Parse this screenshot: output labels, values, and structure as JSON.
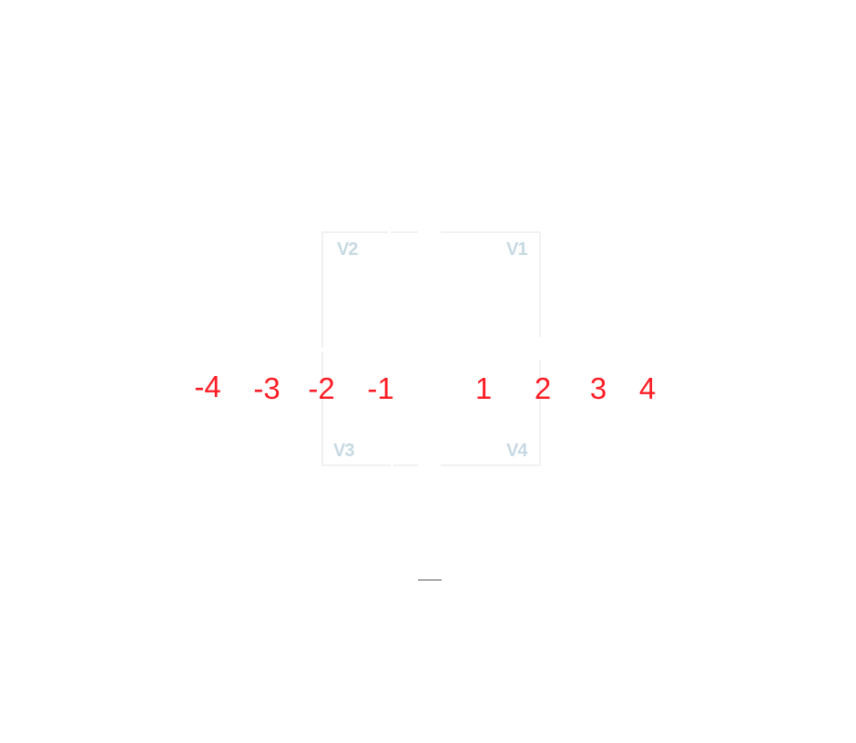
{
  "quadrants": {
    "v1": "V1",
    "v2": "V2",
    "v3": "V3",
    "v4": "V4"
  },
  "axis_labels": [
    "-4",
    "-3",
    "-2",
    "-1",
    "1",
    "2",
    "3",
    "4"
  ],
  "colors": {
    "quadrant_label": "#c6d9e3",
    "axis_number": "#ff1c24",
    "frame": "#f1f1f1"
  }
}
